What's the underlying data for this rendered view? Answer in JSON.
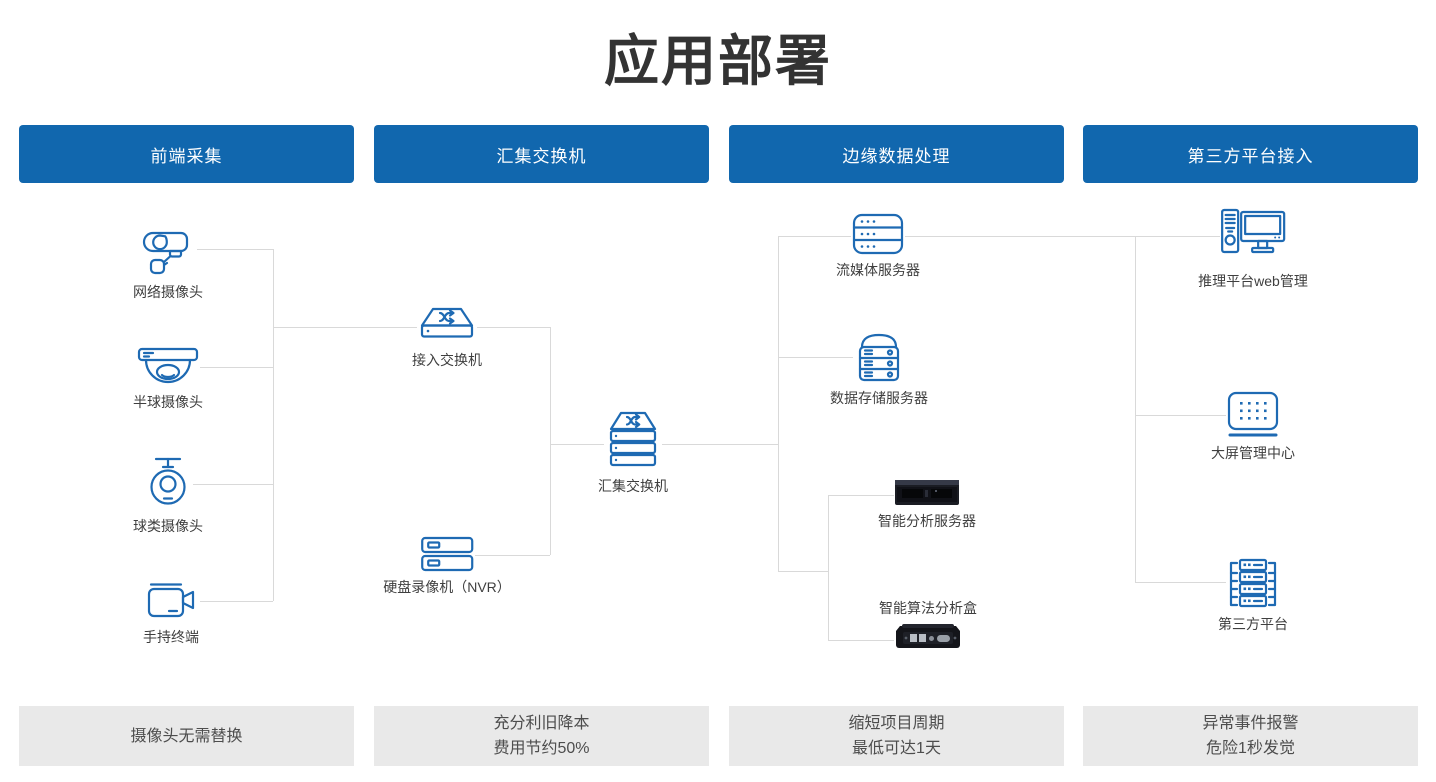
{
  "title": "应用部署",
  "colors": {
    "accent_blue": "#1167ae",
    "icon_blue": "#1e6ab3",
    "connector_gray": "#d9d9d9",
    "footer_bg": "#e9e9e9",
    "title_text": "#333333",
    "footer_text": "#4d4d4d"
  },
  "columns": [
    {
      "header": "前端采集",
      "benefit_line1": "摄像头无需替换",
      "benefit_line2": ""
    },
    {
      "header": "汇集交换机",
      "benefit_line1": "充分利旧降本",
      "benefit_line2": "费用节约50%"
    },
    {
      "header": "边缘数据处理",
      "benefit_line1": "缩短项目周期",
      "benefit_line2": "最低可达1天"
    },
    {
      "header": "第三方平台接入",
      "benefit_line1": "异常事件报警",
      "benefit_line2": "危险1秒发觉"
    }
  ],
  "nodes": {
    "network_camera": {
      "label": "网络摄像头"
    },
    "dome_camera": {
      "label": "半球摄像头"
    },
    "ball_camera": {
      "label": "球类摄像头"
    },
    "handheld": {
      "label": "手持终端"
    },
    "access_switch": {
      "label": "接入交换机"
    },
    "nvr": {
      "label": "硬盘录像机（NVR）"
    },
    "agg_switch": {
      "label": "汇集交换机"
    },
    "media_server": {
      "label": "流媒体服务器"
    },
    "storage_server": {
      "label": "数据存储服务器"
    },
    "analysis_server": {
      "label": "智能分析服务器"
    },
    "analysis_box": {
      "label": "智能算法分析盒"
    },
    "web_mgmt": {
      "label": "推理平台web管理"
    },
    "screen_center": {
      "label": "大屏管理中心"
    },
    "third_party": {
      "label": "第三方平台"
    }
  }
}
